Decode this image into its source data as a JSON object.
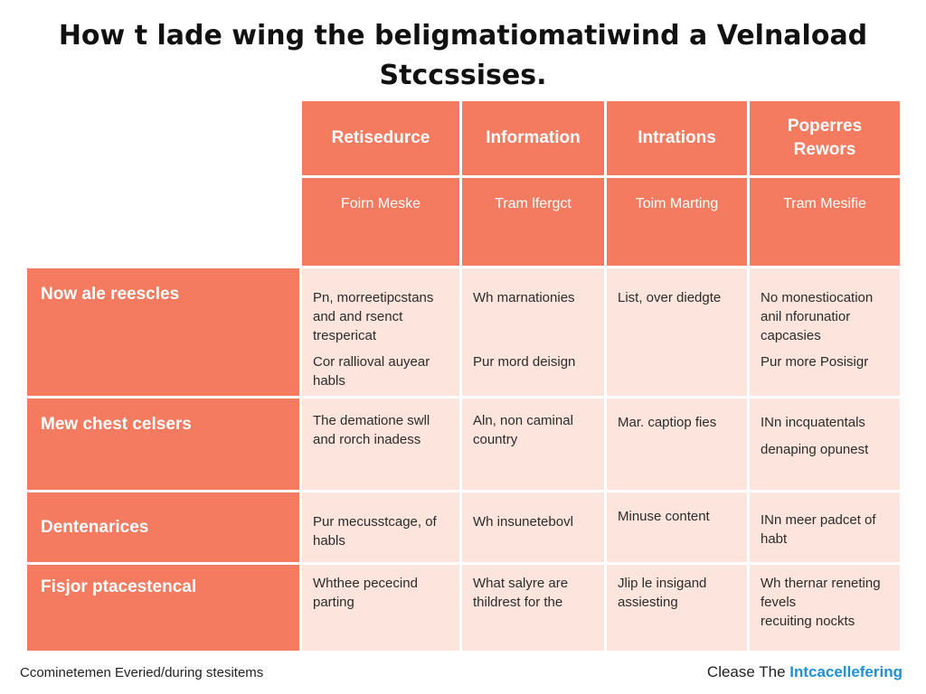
{
  "title": {
    "line1": "How t lade wing the beligmatiomatiwind a Velnaload",
    "line2": "Stccssises."
  },
  "columns": [
    {
      "header": "Retisedurce",
      "sub": "Foirn Meske"
    },
    {
      "header": "Information",
      "sub": "Tram lfergct"
    },
    {
      "header": "Intrations",
      "sub": "Toim Marting"
    },
    {
      "header": "Poperres\nRewors",
      "sub": "Tram Mesifie"
    }
  ],
  "rows": [
    {
      "label": "Now ale reescles",
      "cells": [
        {
          "p1": "Pn, morreetipcstans\nand and rsenct\ntrespericat",
          "p2": "Cor rallioval auyear\nhabls"
        },
        {
          "p1": "Wh marnationies",
          "p2": "Pur mord deisign"
        },
        {
          "p1": "List, over diedgte",
          "p2": ""
        },
        {
          "p1": "No monestiocation\nanil nforunatior\ncapcasies",
          "p2": "Pur more Posisigr"
        }
      ]
    },
    {
      "label": "Mew chest celsers",
      "cells": [
        {
          "p1": "The dematione swll\nand rorch inadess",
          "p2": ""
        },
        {
          "p1": "Aln, non caminal\ncountry",
          "p2": ""
        },
        {
          "p1": "Mar. captiop fies",
          "p2": ""
        },
        {
          "p1": "INn incquatentals",
          "p2": "denaping opunest"
        }
      ]
    },
    {
      "label": "Dentenarices",
      "cells": [
        {
          "p1": "Pur mecusstcage, of\nhabls",
          "p2": ""
        },
        {
          "p1": "Wh insunetebovl",
          "p2": ""
        },
        {
          "p1": "Minuse content",
          "p2": ""
        },
        {
          "p1": "INn meer padcet of\nhabt",
          "p2": ""
        }
      ]
    },
    {
      "label": "Fisjor ptacestencal",
      "cells": [
        {
          "p1": "Whthee pececind\nparting",
          "p2": ""
        },
        {
          "p1": "What salyre are\nthildrest for the",
          "p2": ""
        },
        {
          "p1": "Jlip le insigand\nassiesting",
          "p2": ""
        },
        {
          "p1": "Wh thernar reneting\nfevels\nrecuiting nockts",
          "p2": ""
        }
      ]
    }
  ],
  "footer": {
    "left": "Ccominetemen Everied/during stesitems",
    "right_prefix": "Clease The ",
    "right_brand": "Intcacellefering"
  },
  "colors": {
    "header_bg": "#f47a60",
    "cell_bg": "#fde5de",
    "brand": "#1f8fd6"
  }
}
